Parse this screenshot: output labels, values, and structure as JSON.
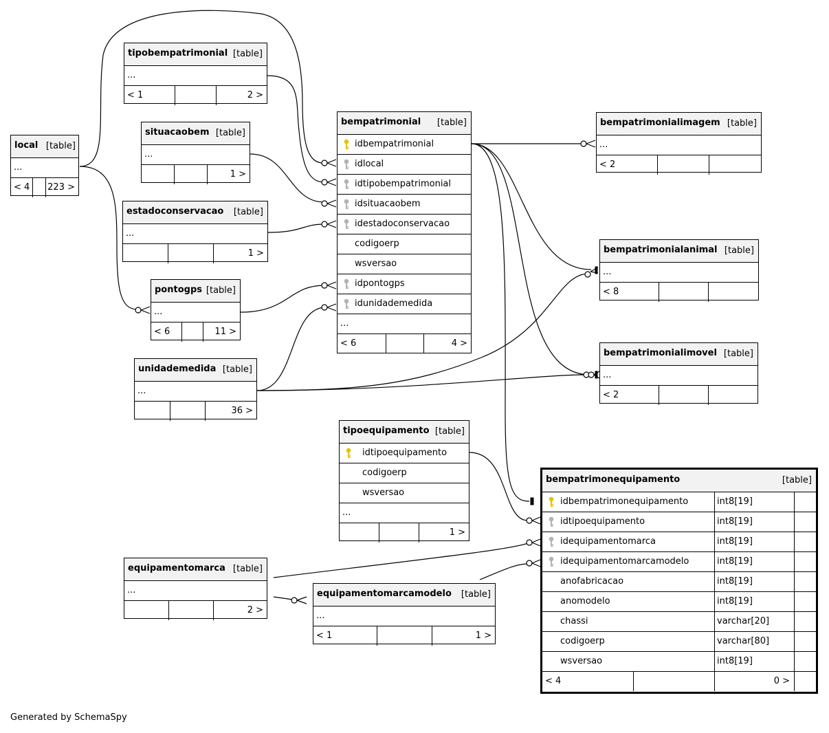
{
  "diagram": {
    "generator": "Generated by SchemaSpy",
    "type_label": "[table]",
    "colors": {
      "line": "#000000",
      "header_bg": "#f2f2f2",
      "primary_key": "#e6c200",
      "foreign_key": "#b3b3b3"
    },
    "tables": {
      "tipobempatrimonial": {
        "name": "tipobempatrimonial",
        "rows": [
          "..."
        ],
        "parents": "< 1",
        "children": "2 >"
      },
      "situacaobem": {
        "name": "situacaobem",
        "rows": [
          "..."
        ],
        "parents": "",
        "children": "1 >"
      },
      "local": {
        "name": "local",
        "rows": [
          "..."
        ],
        "parents": "< 4",
        "children": "223 >"
      },
      "estadoconservacao": {
        "name": "estadoconservacao",
        "rows": [
          "..."
        ],
        "parents": "",
        "children": "1 >"
      },
      "pontogps": {
        "name": "pontogps",
        "rows": [
          "..."
        ],
        "parents": "< 6",
        "children": "11 >"
      },
      "unidademedida": {
        "name": "unidademedida",
        "rows": [
          "..."
        ],
        "parents": "",
        "children": "36 >"
      },
      "bempatrimonial": {
        "name": "bempatrimonial",
        "columns": [
          {
            "name": "idbempatrimonial",
            "key": "primary-key-icon"
          },
          {
            "name": "idlocal",
            "key": "foreign-key-icon"
          },
          {
            "name": "idtipobempatrimonial",
            "key": "foreign-key-icon"
          },
          {
            "name": "idsituacaobem",
            "key": "foreign-key-icon"
          },
          {
            "name": "idestadoconservacao",
            "key": "foreign-key-icon"
          },
          {
            "name": "codigoerp",
            "key": ""
          },
          {
            "name": "wsversao",
            "key": ""
          },
          {
            "name": "idpontogps",
            "key": "foreign-key-icon"
          },
          {
            "name": "idunidademedida",
            "key": "foreign-key-icon"
          }
        ],
        "more": "...",
        "parents": "< 6",
        "children": "4 >"
      },
      "bempatrimonialimagem": {
        "name": "bempatrimonialimagem",
        "rows": [
          "..."
        ],
        "parents": "< 2",
        "children": ""
      },
      "bempatrimonialanimal": {
        "name": "bempatrimonialanimal",
        "rows": [
          "..."
        ],
        "parents": "< 8",
        "children": ""
      },
      "bempatrimonialimovel": {
        "name": "bempatrimonialimovel",
        "rows": [
          "..."
        ],
        "parents": "< 2",
        "children": ""
      },
      "tipoequipamento": {
        "name": "tipoequipamento",
        "columns": [
          {
            "name": "idtipoequipamento",
            "key": "primary-key-icon"
          },
          {
            "name": "codigoerp",
            "key": ""
          },
          {
            "name": "wsversao",
            "key": ""
          }
        ],
        "more": "...",
        "parents": "",
        "children": "1 >"
      },
      "equipamentomarca": {
        "name": "equipamentomarca",
        "rows": [
          "..."
        ],
        "parents": "",
        "children": "2 >"
      },
      "equipamentomarcamodelo": {
        "name": "equipamentomarcamodelo",
        "rows": [
          "..."
        ],
        "parents": "< 1",
        "children": "1 >"
      },
      "bempatrimonequipamento": {
        "name": "bempatrimonequipamento",
        "columns": [
          {
            "name": "idbempatrimonequipamento",
            "type": "int8[19]",
            "key": "primary-key-icon"
          },
          {
            "name": "idtipoequipamento",
            "type": "int8[19]",
            "key": "foreign-key-icon"
          },
          {
            "name": "idequipamentomarca",
            "type": "int8[19]",
            "key": "foreign-key-icon"
          },
          {
            "name": "idequipamentomarcamodelo",
            "type": "int8[19]",
            "key": "foreign-key-icon"
          },
          {
            "name": "anofabricacao",
            "type": "int8[19]",
            "key": ""
          },
          {
            "name": "anomodelo",
            "type": "int8[19]",
            "key": ""
          },
          {
            "name": "chassi",
            "type": "varchar[20]",
            "key": ""
          },
          {
            "name": "codigoerp",
            "type": "varchar[80]",
            "key": ""
          },
          {
            "name": "wsversao",
            "type": "int8[19]",
            "key": ""
          }
        ],
        "parents": "< 4",
        "children": "0 >"
      }
    }
  }
}
